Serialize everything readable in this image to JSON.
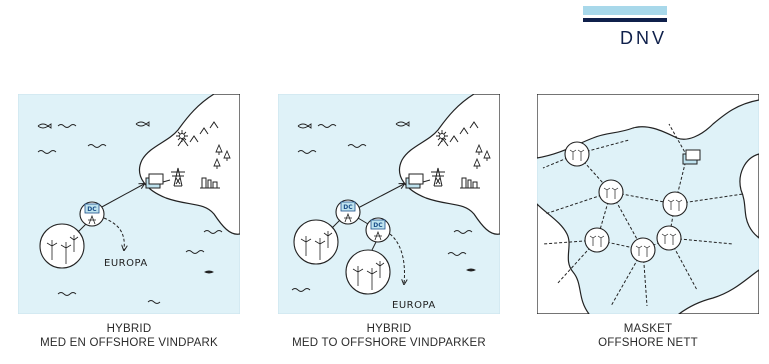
{
  "logo": {
    "text": "DNV"
  },
  "panels": [
    {
      "caption_line1": "HYBRID",
      "caption_line2": "MED EN OFFSHORE VINDPARK",
      "dc_label": "DC",
      "europe_label": "EUROPA"
    },
    {
      "caption_line1": "HYBRID",
      "caption_line2": "MED TO OFFSHORE VINDPARKER",
      "dc_labels": [
        "DC",
        "DC"
      ],
      "europe_label": "EUROPA"
    },
    {
      "caption_line1": "MASKET",
      "caption_line2": "OFFSHORE NETT"
    }
  ],
  "colors": {
    "sea": "#dff2f8",
    "land": "#ffffff",
    "ink": "#222222",
    "accent": "#a8d8ea",
    "brand": "#0f204b"
  }
}
